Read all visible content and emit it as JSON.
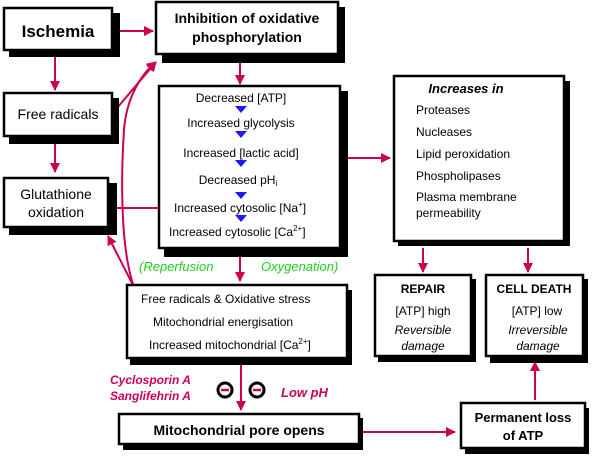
{
  "colors": {
    "arrow": "#cc0055",
    "green_text": "#22cc22",
    "step_marker": "#1a1aff",
    "box_border": "#000000"
  },
  "nodes": {
    "ischemia": "Ischemia",
    "inhibition": [
      "Inhibition of oxidative",
      "phosphorylation"
    ],
    "free_radicals": "Free radicals",
    "glutathione": [
      "Glutathione",
      "oxidation"
    ],
    "cascade": [
      "Decreased [ATP]",
      "Increased glycolysis",
      "Increased [lactic acid]",
      "Decreased  pH",
      "Increased cytosolic [Na",
      "Increased cytosolic [Ca"
    ],
    "cascade_ph_subscript": "i",
    "cascade_na_sup": "+",
    "cascade_ca_sup": "2+",
    "cascade_close": "]",
    "increases": {
      "title": "Increases in",
      "items": [
        "Proteases",
        "Nucleases",
        "Lipid peroxidation",
        "Phospholipases",
        "Plasma membrane",
        "permeability"
      ]
    },
    "reperfusion_label": "(Reperfusion",
    "oxygenation_label": "Oxygenation)",
    "reperfusion_box": [
      "Free radicals & Oxidative stress",
      "Mitochondrial energisation",
      "Increased mitochondrial [Ca"
    ],
    "reperfusion_ca_sup": "2+",
    "repair": {
      "title": "REPAIR",
      "atp": "[ATP] high",
      "desc": [
        "Reversible",
        "damage"
      ]
    },
    "cell_death": {
      "title": "CELL DEATH",
      "atp": "[ATP] low",
      "desc": [
        "Irreversible",
        "damage"
      ]
    },
    "inhibitors": [
      "Cyclosporin A",
      "Sanglifehrin A"
    ],
    "low_ph": "Low pH",
    "inhibit_symbol": "−",
    "pore": "Mitochondrial pore opens",
    "permanent_loss": [
      "Permanent loss",
      "of ATP"
    ]
  }
}
